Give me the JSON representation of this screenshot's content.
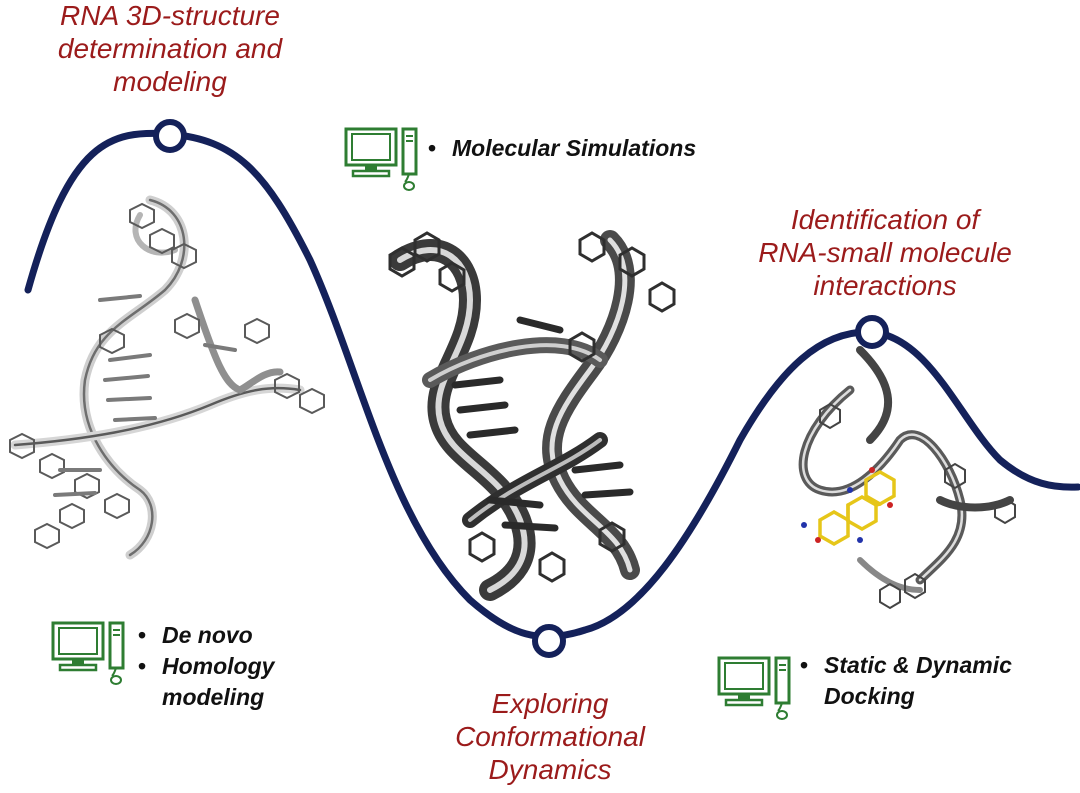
{
  "stages": {
    "rna_3d": {
      "lines": [
        "RNA 3D-structure",
        "determination and",
        "modeling"
      ]
    },
    "exploring": {
      "lines": [
        "Exploring",
        "Conformational",
        "Dynamics"
      ]
    },
    "identification": {
      "lines": [
        "Identification of",
        "RNA-small molecule",
        "interactions"
      ]
    }
  },
  "methods": {
    "simulations": {
      "items": [
        "Molecular Simulations"
      ]
    },
    "modeling": {
      "items": [
        "De novo",
        "Homology",
        "modeling"
      ]
    },
    "docking": {
      "items": [
        "Static & Dynamic",
        "Docking"
      ]
    }
  },
  "bullet_char": "•",
  "colors": {
    "curve": "#14215a",
    "stage_text": "#9b1b1b",
    "method_text": "#111111",
    "computer_icon": "#2e7d32",
    "rna_dark": "#3a3a3a",
    "rna_light": "#bdbdbd",
    "ligand": "#e6c619"
  },
  "icons": [
    "computer-icon",
    "rna-structure-image"
  ]
}
